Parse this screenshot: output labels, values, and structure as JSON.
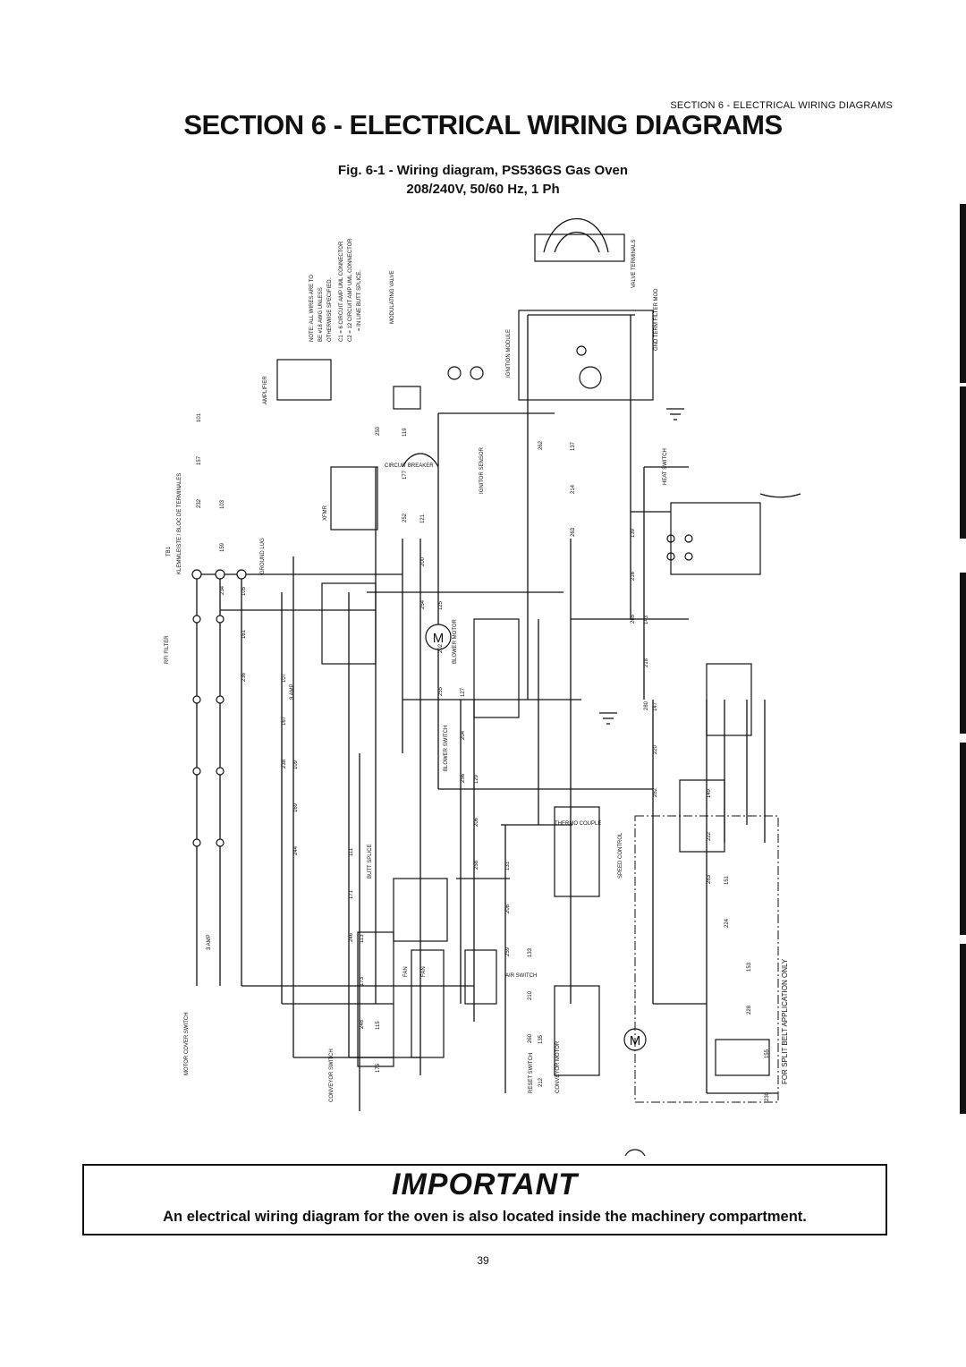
{
  "header": {
    "running_header": "SECTION 6 - ELECTRICAL WIRING DIAGRAMS",
    "section_title": "SECTION 6 - ELECTRICAL WIRING DIAGRAMS",
    "figure_title": "Fig. 6-1 - Wiring diagram, PS536GS Gas Oven",
    "figure_subtitle": "208/240V, 50/60 Hz, 1 Ph"
  },
  "diagram": {
    "notes": {
      "line1": "NOTE: ALL WIRES ARE TO",
      "line2": "BE #18 AWG UNLESS",
      "line3": "OTHERWISE SPECIFIED.",
      "c1": "C1 = 6 CIRCUIT AMP UML CONNECTOR",
      "c2": "C2 = 12 CIRCUIT AMP UML CONNECTOR",
      "splice": "= IN LINE BUTT SPLICE."
    },
    "components": {
      "tb1": "TB1",
      "tb1_desc": "KLEMMLEISTE / BLOC DE TERMINALES",
      "rfi_filter": "RFI FILTER",
      "ground_lug": "GROUND LUG",
      "amplifier": "AMPLIFIER",
      "circuit_breaker": "CIRCUIT BREAKER",
      "transformer": "XFMR",
      "blower_motor": "BLOWER MOTOR",
      "blower_switch": "BLOWER SWITCH",
      "air_switch": "AIR SWITCH",
      "reset_switch": "RESET SWITCH",
      "conveyor_motor": "CONVEYOR MOTOR",
      "conveyor_switch": "CONVEYOR SWITCH",
      "motor_cover_switch": "MOTOR COVER SWITCH",
      "speed_control": "SPEED CONTROL",
      "thermocouple": "THERMO COUPLE",
      "ignition_module": "IGNITION MODULE",
      "ignitor_sensor": "IGNITOR SENSOR",
      "heat_switch": "HEAT SWITCH",
      "modulating_valve": "MODULATING VALVE",
      "valve_terminals": "VALVE TERMINALS",
      "gnd_term": "GND TERM FILTER MOD",
      "split_belt": "FOR SPLIT BELT APPLICATION ONLY",
      "butt_splice": "BUTT SPLICE",
      "fan": "FAN",
      "motor_symbol": "M",
      "amp_3": "3 AMP",
      "amp_8": "8 AMP"
    },
    "wires": [
      "101",
      "103",
      "105",
      "107",
      "109",
      "111",
      "113",
      "115",
      "119",
      "121",
      "125",
      "127",
      "129",
      "131",
      "133",
      "135",
      "137",
      "139",
      "143",
      "147",
      "149",
      "151",
      "153",
      "155",
      "157",
      "159",
      "161",
      "167",
      "169",
      "171",
      "173",
      "175",
      "177",
      "200",
      "202",
      "204",
      "206",
      "208",
      "210",
      "212",
      "214",
      "216",
      "218",
      "220",
      "222",
      "224",
      "228",
      "230",
      "232",
      "234",
      "236",
      "238",
      "244",
      "246",
      "248",
      "250",
      "252",
      "254",
      "255",
      "256",
      "258",
      "259",
      "260",
      "262",
      "263",
      "265",
      "280",
      "282",
      "283"
    ]
  },
  "important": {
    "title": "IMPORTANT",
    "text": "An electrical wiring diagram for the oven is also located inside the machinery compartment."
  },
  "page_number": "39"
}
